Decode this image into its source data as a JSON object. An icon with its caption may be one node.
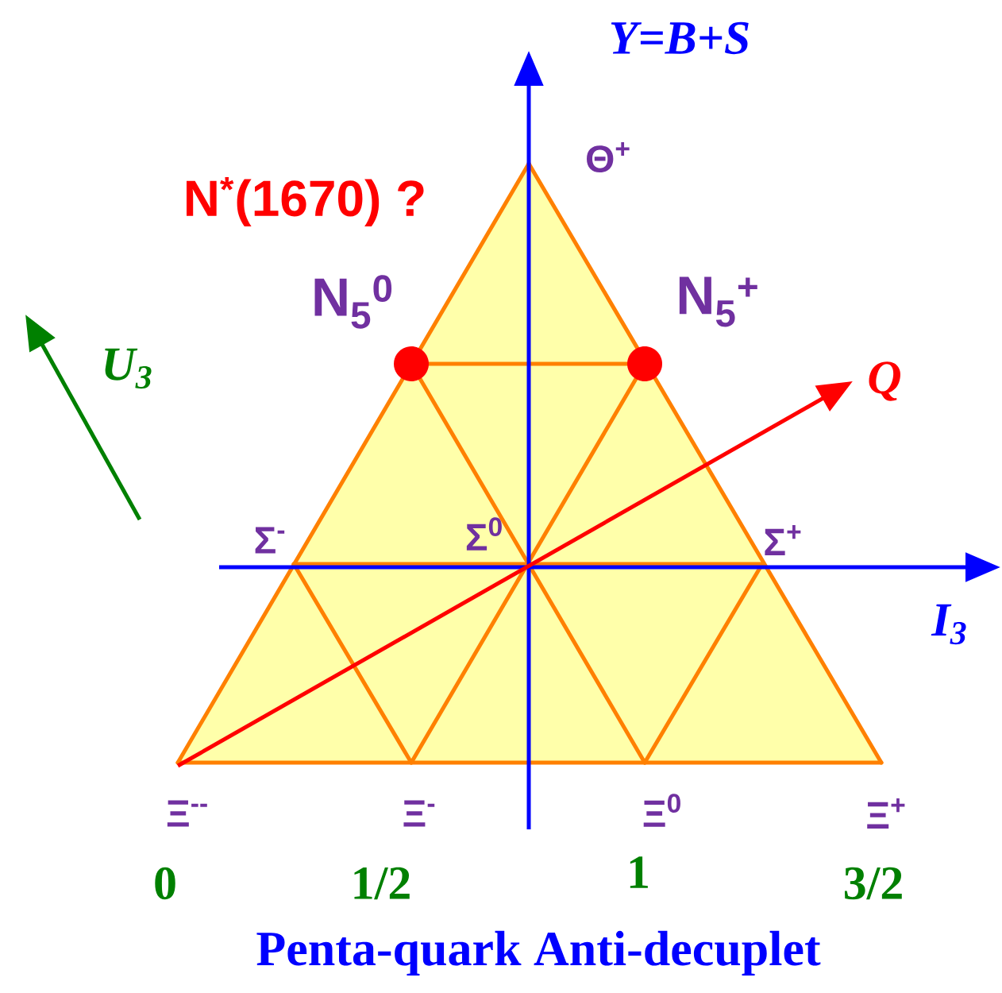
{
  "diagram": {
    "caption": "Penta-quark Anti-decuplet",
    "labels": [
      "Y=B+S",
      "Θ$^{+}$",
      "N$^{*}$(1670) ?",
      "N$_{5}$$^{0}$",
      "N$_{5}$$^{+}$",
      "U$_{3}$",
      "Q",
      "Σ$^{-}$",
      "Σ$^{0}$",
      "Σ$^{+}$",
      "I$_{3}$",
      "Ξ$^{--}$",
      "Ξ$^{-}$",
      "Ξ$^{0}$",
      "Ξ$^{+}$",
      "0",
      "1/2",
      "1",
      "3/2"
    ]
  }
}
